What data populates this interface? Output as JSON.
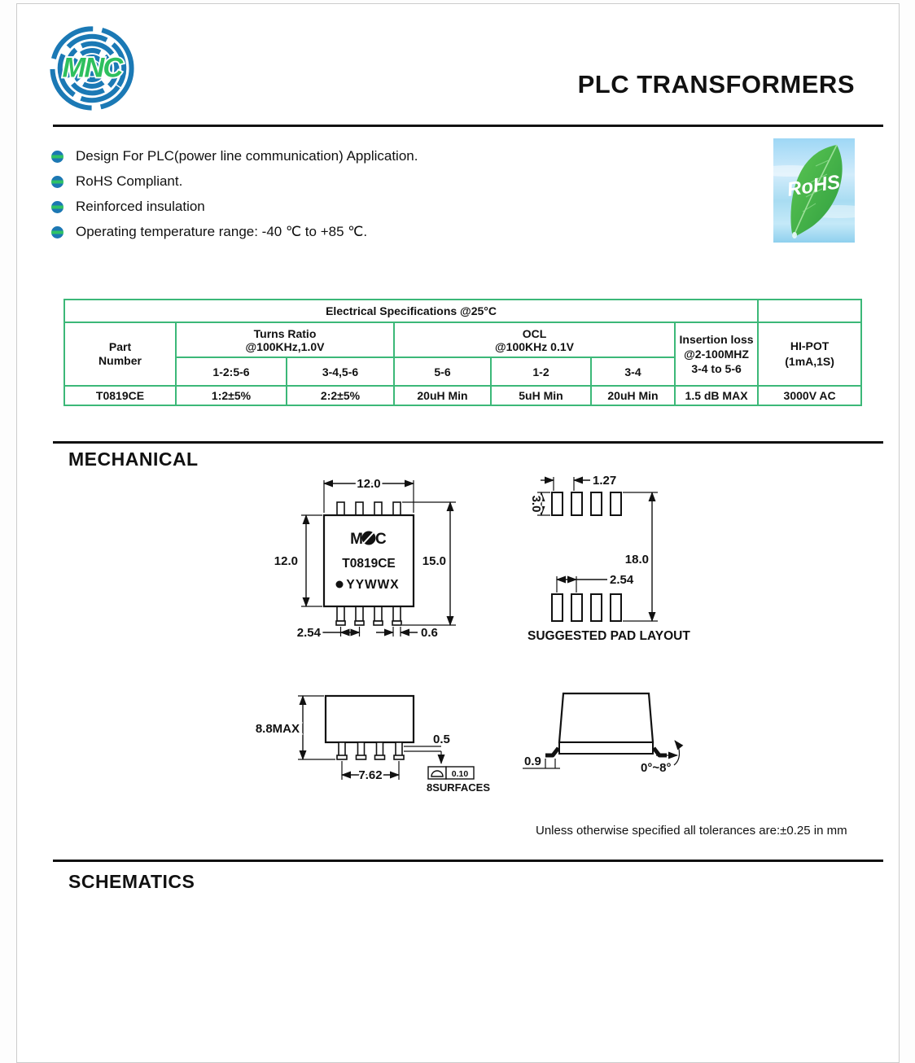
{
  "colors": {
    "table_border": "#3cb878",
    "logo_blue": "#1b79b5",
    "logo_green": "#2ec05e",
    "badge_sky": "#9ed7f5",
    "badge_leaf": "#3fae49"
  },
  "header": {
    "brand": "MNC",
    "title": "PLC TRANSFORMERS"
  },
  "features": {
    "items": [
      "Design For PLC(power line communication) Application.",
      "RoHS Compliant.",
      "Reinforced insulation",
      "Operating temperature range: -40 ℃ to +85 ℃."
    ]
  },
  "rohs_badge": {
    "label": "RoHS"
  },
  "spec_table": {
    "title": "Electrical Specifications @25°C",
    "part_header": {
      "line1": "Part",
      "line2": "Number"
    },
    "turns_group": {
      "line1": "Turns Ratio",
      "line2": "@100KHz,1.0V",
      "cols": [
        "1-2:5-6",
        "3-4,5-6"
      ]
    },
    "ocl_group": {
      "line1": "OCL",
      "line2": "@100KHz 0.1V",
      "cols": [
        "5-6",
        "1-2",
        "3-4"
      ]
    },
    "insertion_header": {
      "line1": "Insertion loss",
      "line2": "@2-100MHZ",
      "line3": "3-4 to 5-6"
    },
    "hipot_header": {
      "line1": "HI-POT",
      "line2": "(1mA,1S)"
    },
    "row": {
      "part_number": "T0819CE",
      "turns": [
        "1:2±5%",
        "2:2±5%"
      ],
      "ocl": [
        "20uH Min",
        "5uH Min",
        "20uH Min"
      ],
      "insertion_loss": "1.5 dB MAX",
      "hipot": "3000V AC"
    }
  },
  "mechanical": {
    "heading": "MECHANICAL",
    "top_view": {
      "body_width": "12.0",
      "body_height": "12.0",
      "overall_height": "15.0",
      "pin_pitch": "2.54",
      "pin_width": "0.6",
      "marking_left": "M",
      "marking_right": "C",
      "marking_part": "T0819CE",
      "marking_datecode": "YYWWX"
    },
    "pad_layout": {
      "pad_width": "1.27",
      "pad_height": "3.0",
      "pad_pitch": "2.54",
      "row_spacing": "18.0",
      "caption": "SUGGESTED PAD LAYOUT"
    },
    "side_view": {
      "max_height": "8.8MAX",
      "lead_thickness": "0.5",
      "lead_span": "7.62",
      "flatness": "0.10",
      "flatness_note": "8SURFACES"
    },
    "end_view": {
      "foot_length": "0.9",
      "lead_angle": "0°~8°"
    },
    "tolerance_note": "Unless otherwise specified all tolerances are:±0.25 in mm"
  },
  "schematics": {
    "heading": "SCHEMATICS"
  }
}
